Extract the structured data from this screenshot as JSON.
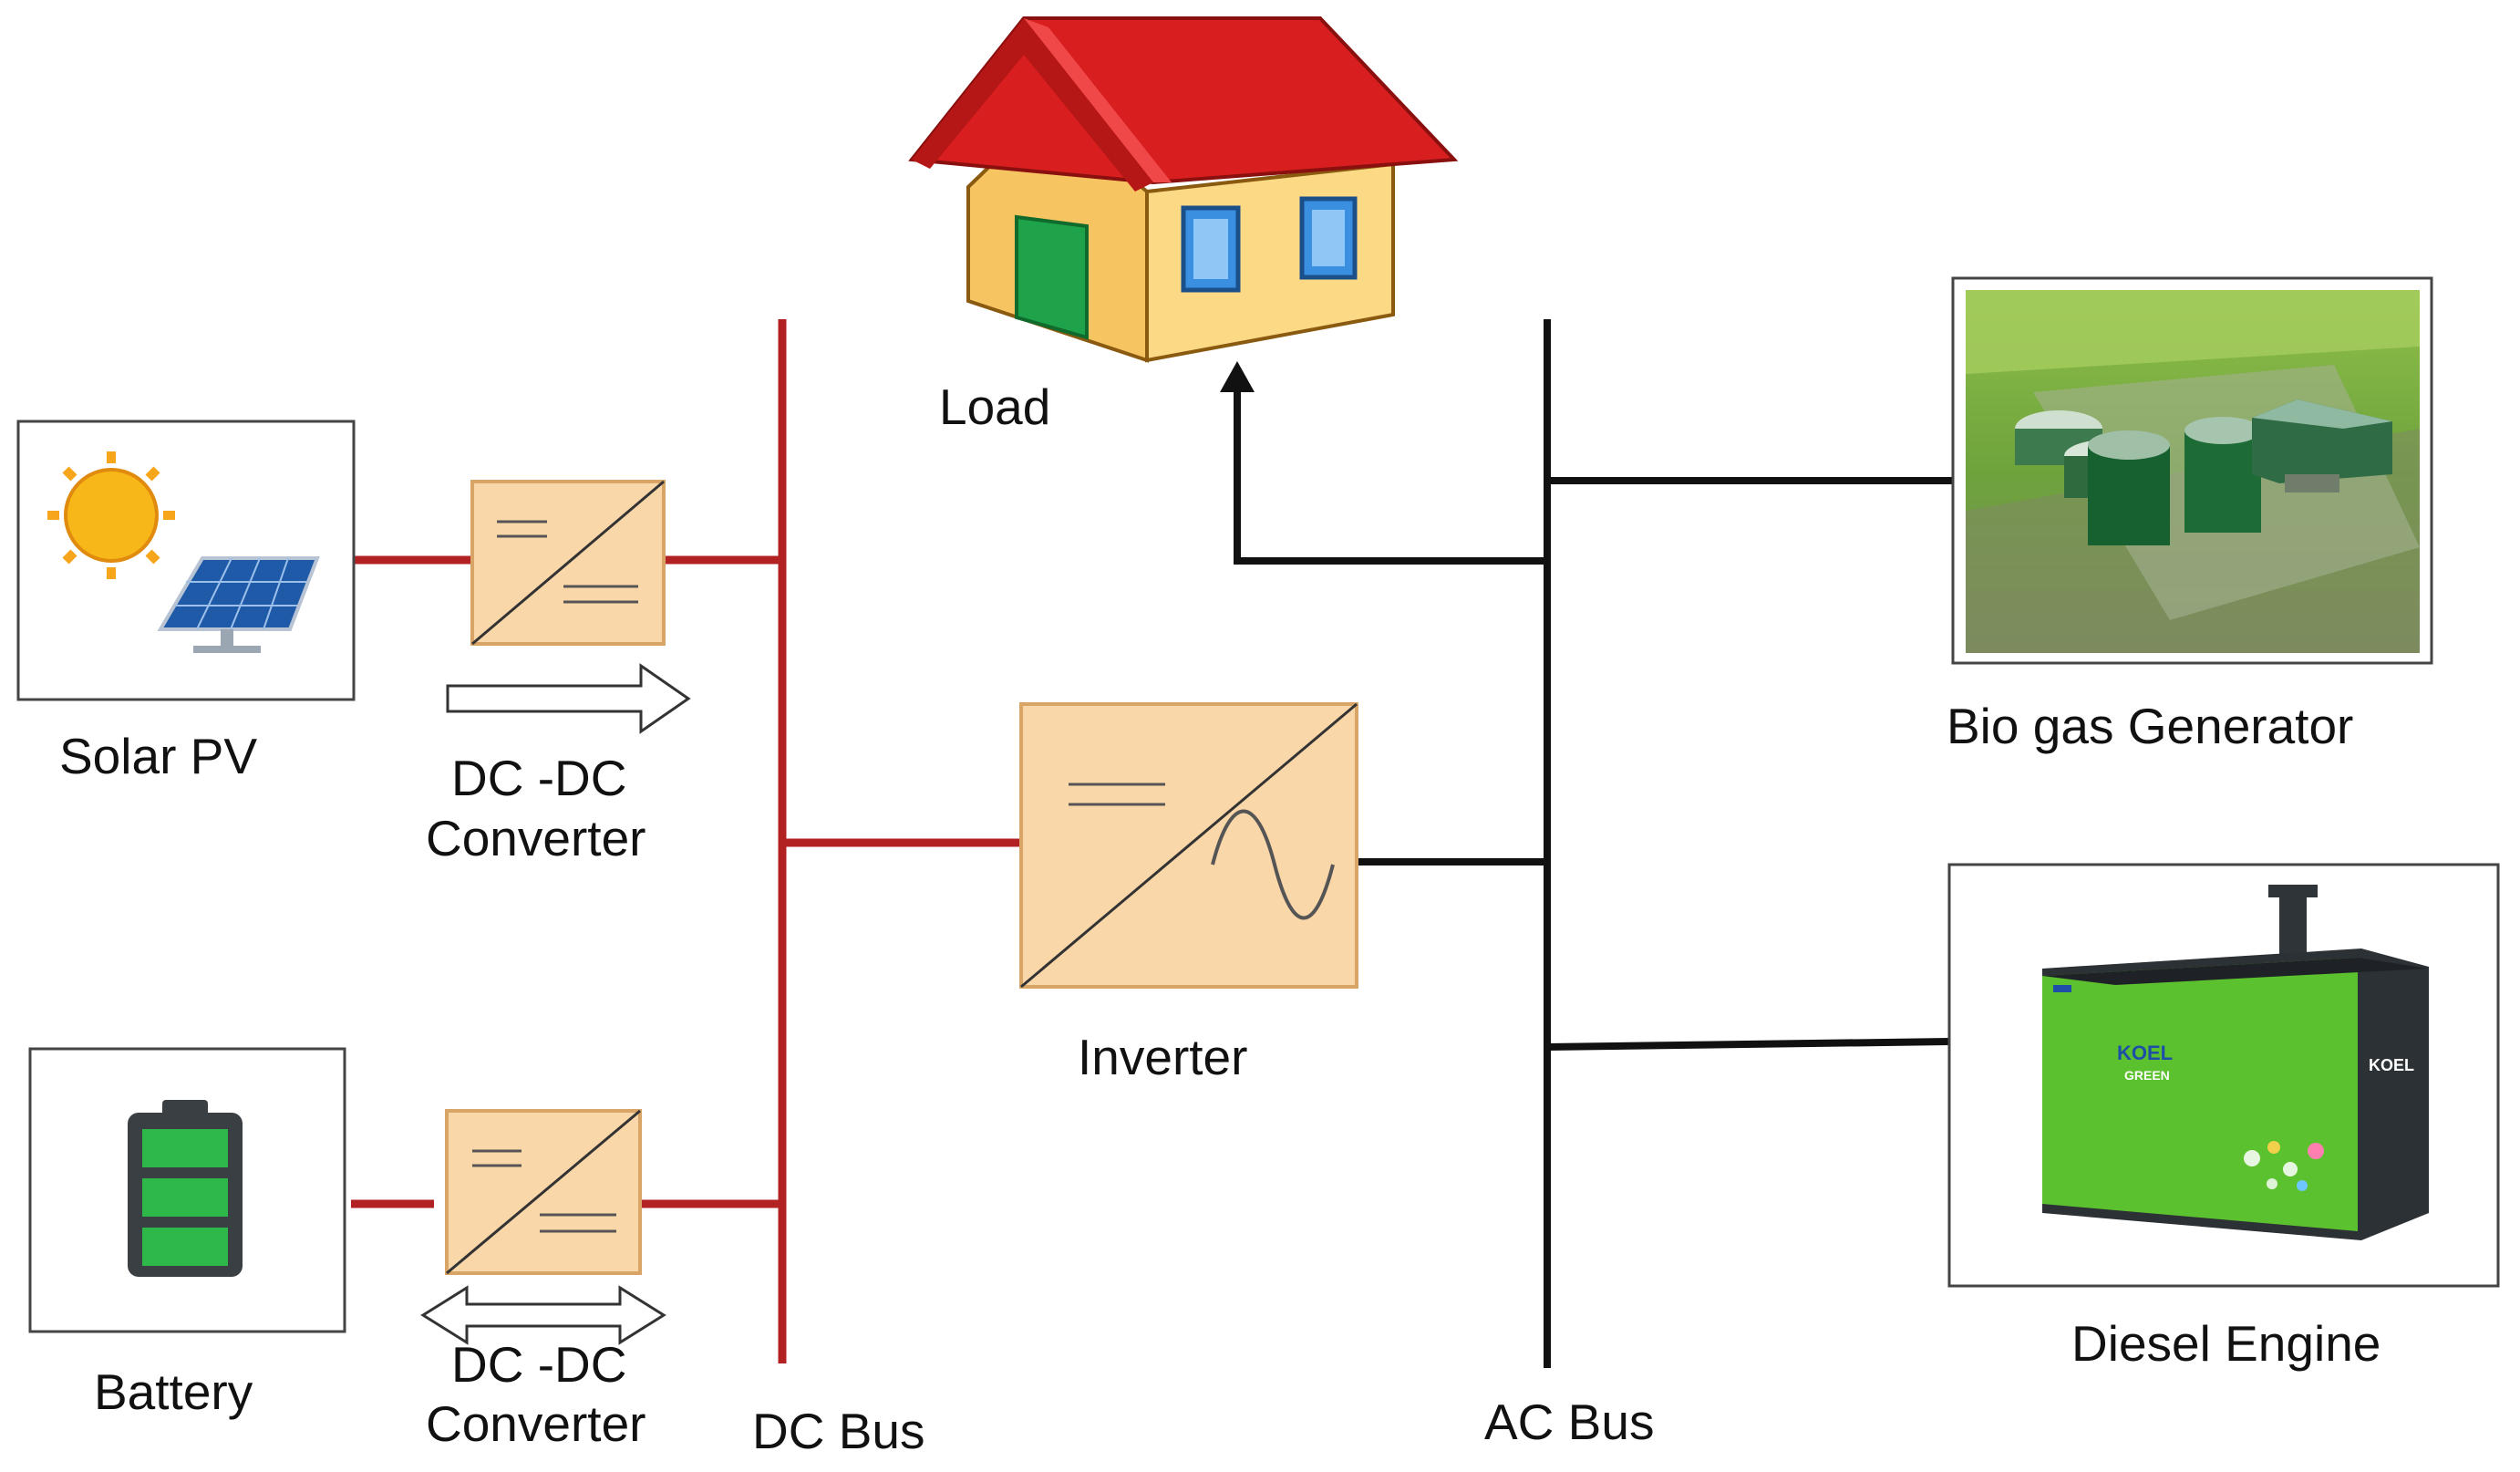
{
  "labels": {
    "load": "Load",
    "solar_pv": "Solar PV",
    "dcdc_1_line1": "DC -DC",
    "dcdc_1_line2": "Converter",
    "inverter": "Inverter",
    "battery": "Battery",
    "dcdc_2_line1": "DC -DC",
    "dcdc_2_line2": "Converter",
    "dc_bus": "DC Bus",
    "ac_bus": "AC Bus",
    "biogas": "Bio gas Generator",
    "diesel": "Diesel Engine"
  },
  "generator_brand": {
    "logo": "KOEL",
    "sub": "GREEN"
  },
  "colors": {
    "dc_wire": "#B22222",
    "ac_wire": "#111111",
    "converter_fill": "#FAD7A8",
    "converter_stroke": "#D9A566",
    "roof": "#D81E1E",
    "wall": "#FBD985",
    "door": "#1FA34A",
    "window": "#3B8FE0",
    "sun": "#F7B718",
    "battery_cell": "#2EB84A",
    "generator_body": "#5CC12E"
  }
}
